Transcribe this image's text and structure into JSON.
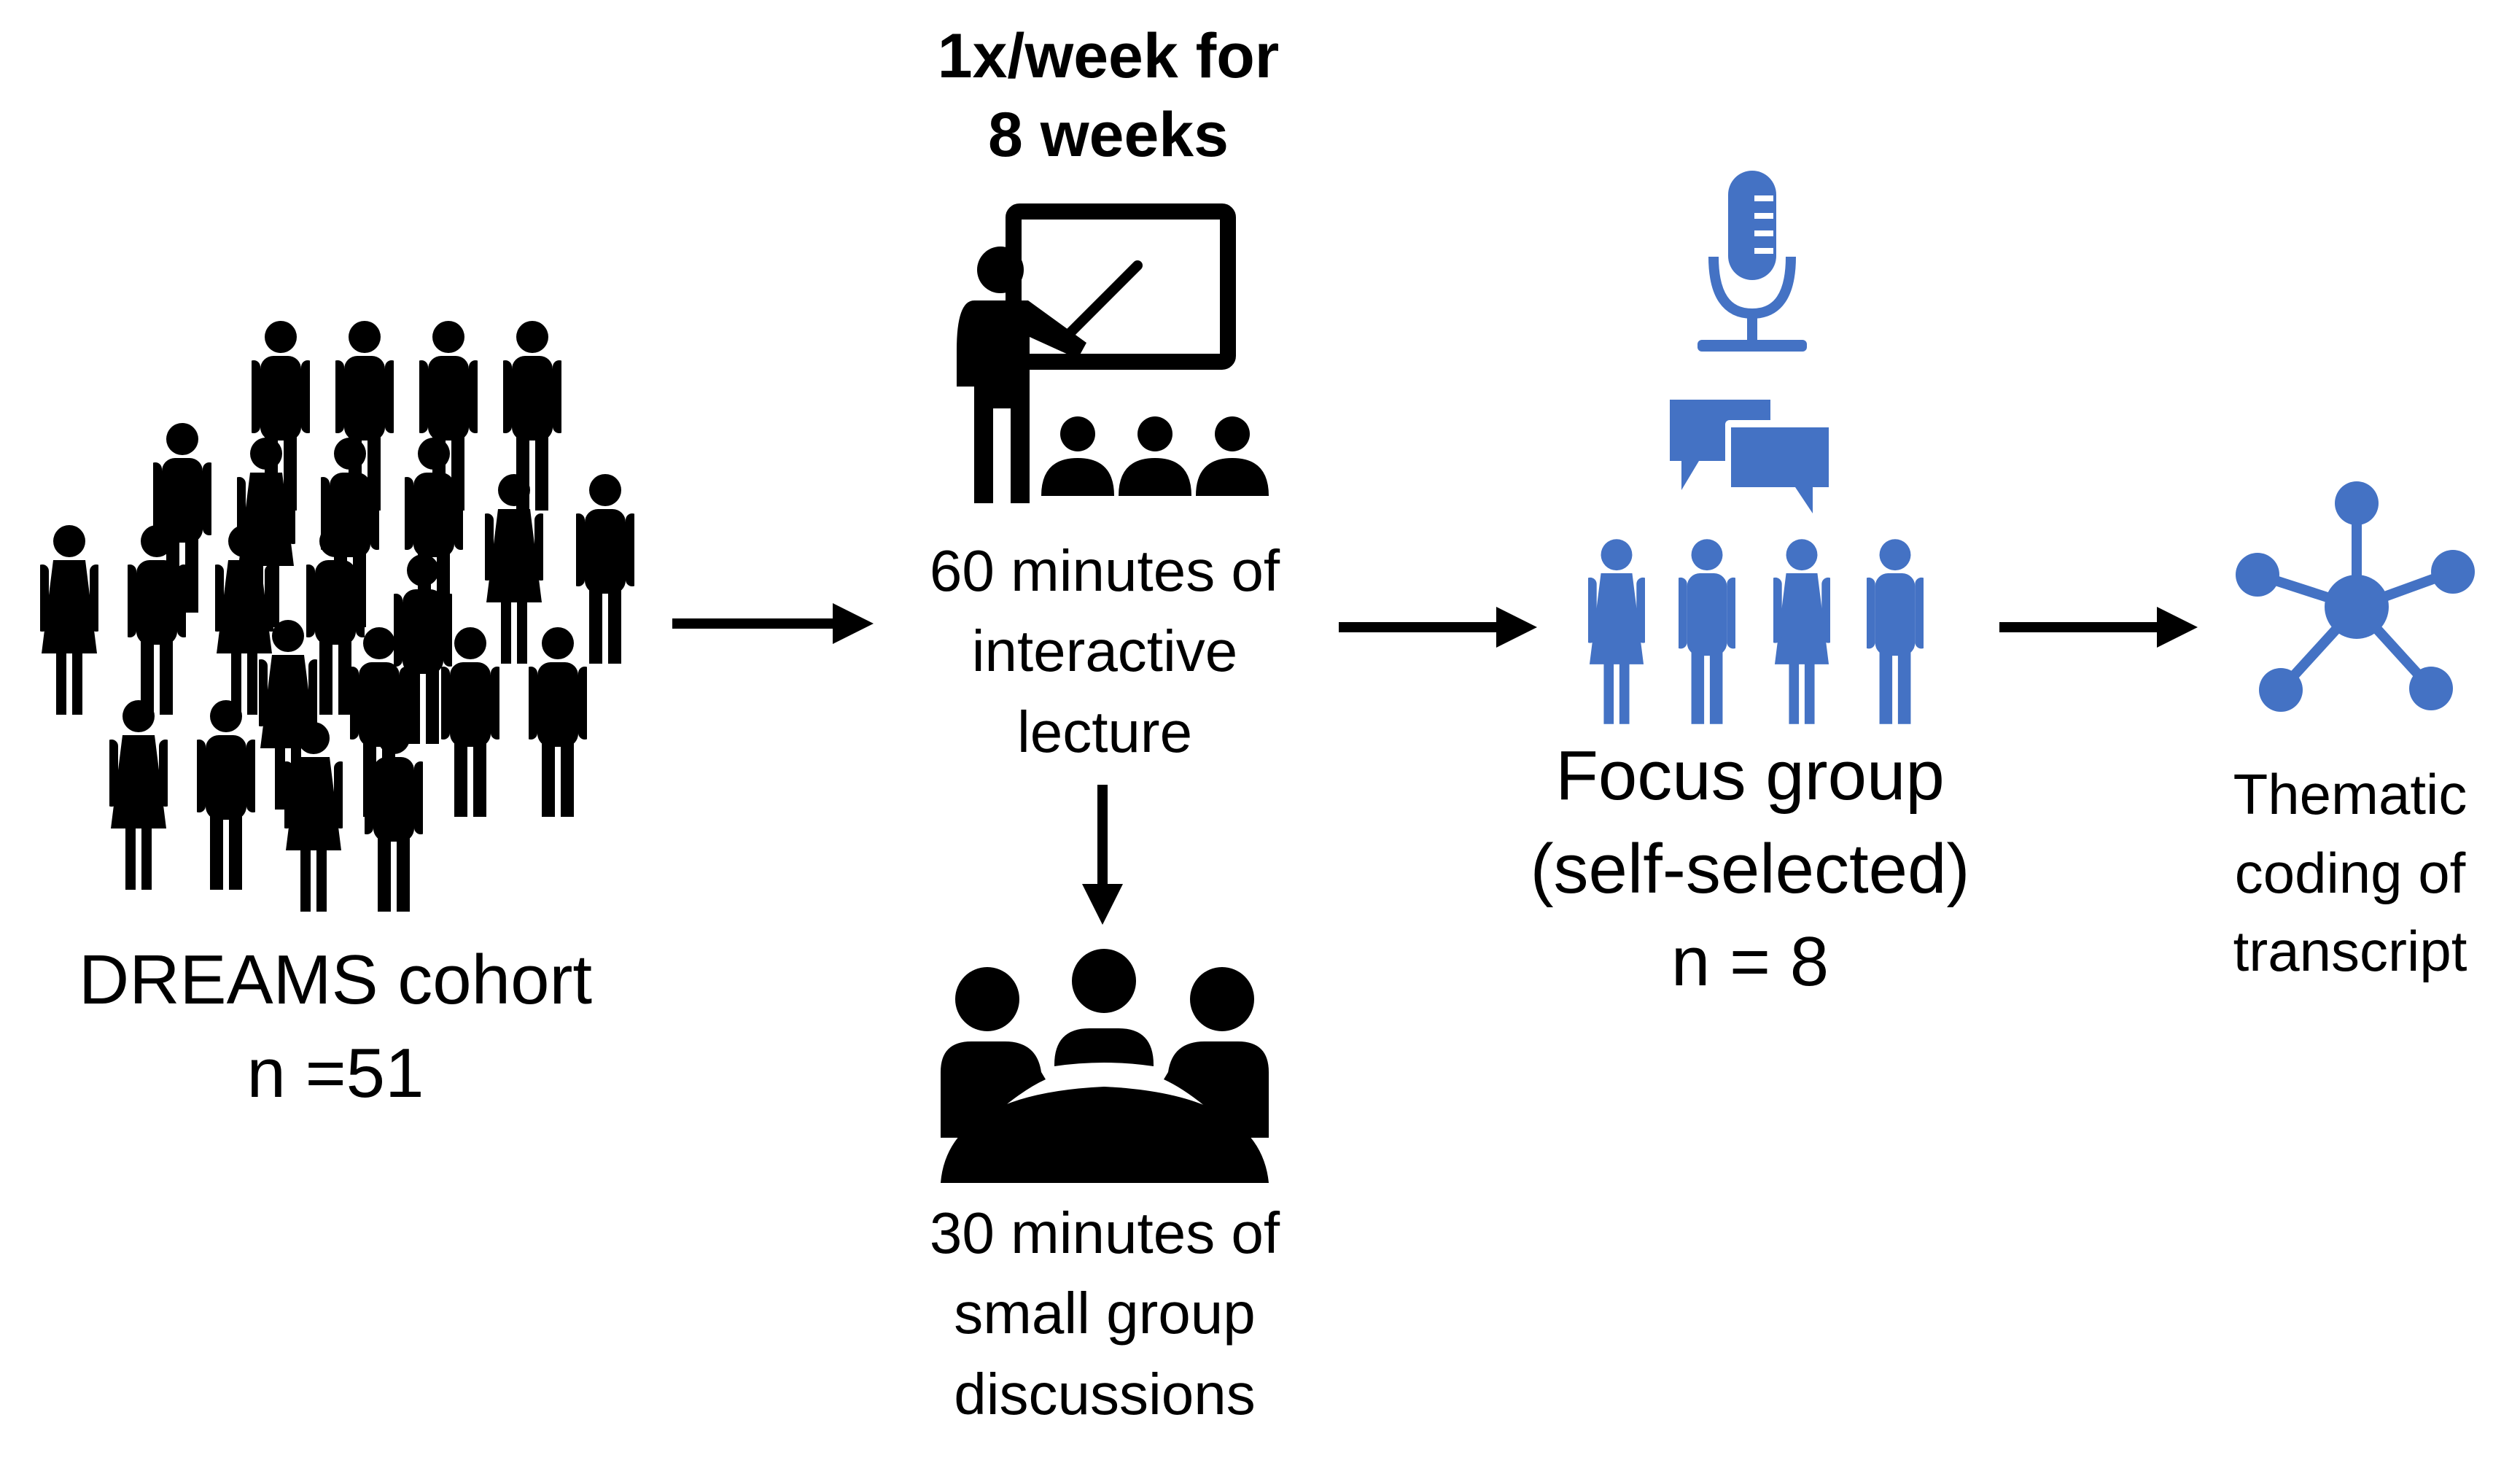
{
  "frequency_label": "1x/week for\n8 weeks",
  "cohort": {
    "name": "DREAMS cohort",
    "count": "n =51"
  },
  "lecture": {
    "label": "60 minutes of\ninteractive\nlecture"
  },
  "discussion": {
    "label": "30 minutes of\nsmall group\ndiscussions"
  },
  "focus_group": {
    "name": "Focus group",
    "qualifier": "(self-selected)",
    "count": "n = 8"
  },
  "coding": {
    "label": "Thematic\ncoding of\ntranscript"
  },
  "colors": {
    "ink": "#000000",
    "accent": "#4472C4"
  },
  "icons": [
    "crowd-icon",
    "presenter-icon",
    "meeting-table-icon",
    "microphone-icon",
    "chat-bubbles-icon",
    "group-icon",
    "network-hub-icon",
    "arrow-icon"
  ]
}
